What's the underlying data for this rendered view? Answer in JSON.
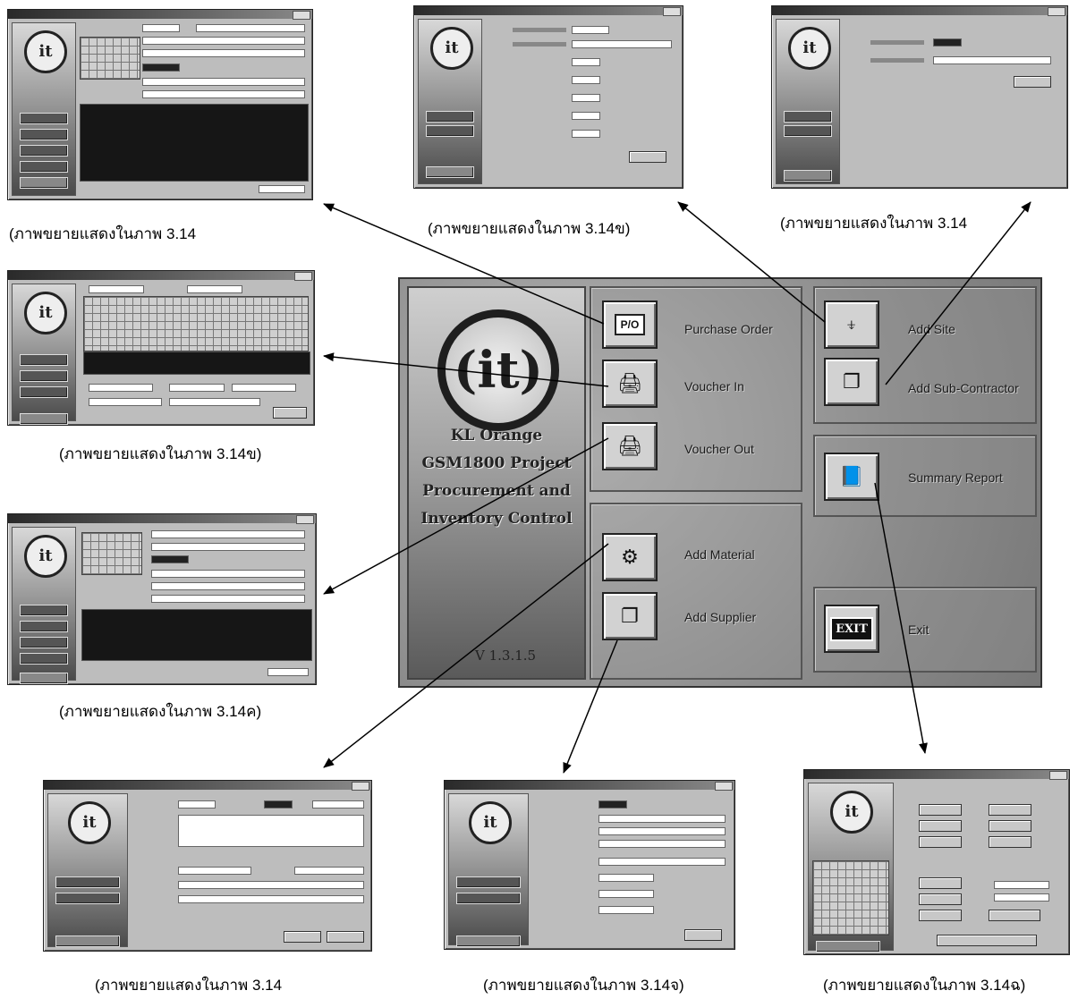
{
  "captions": {
    "top_left": "(ภาพขยายแสดงในภาพ 3.14",
    "top_center": "(ภาพขยายแสดงในภาพ 3.14ข)",
    "top_right": "(ภาพขยายแสดงในภาพ 3.14",
    "mid_left_1": "(ภาพขยายแสดงในภาพ 3.14ข)",
    "mid_left_2": "(ภาพขยายแสดงในภาพ 3.14ค)",
    "bottom_left": "(ภาพขยายแสดงในภาพ 3.14",
    "bottom_center": "(ภาพขยายแสดงในภาพ 3.14จ)",
    "bottom_right": "(ภาพขยายแสดงในภาพ 3.14ฉ)"
  },
  "main": {
    "logo_text": "(it)",
    "project_title_lines": [
      "KL Orange",
      "GSM1800 Project",
      "Procurement and",
      "Inventory Control"
    ],
    "version": "V 1.3.1.5",
    "buttons": {
      "purchase_order": "Purchase Order",
      "po_badge": "P/O",
      "voucher_in": "Voucher In",
      "voucher_out": "Voucher Out",
      "add_material": "Add Material",
      "add_supplier": "Add Supplier",
      "add_site": "Add Site",
      "add_subcontractor": "Add Sub-Contractor",
      "summary_report": "Summary Report",
      "exit": "Exit",
      "exit_badge": "EXIT"
    }
  },
  "icons": {
    "purchase_order": "po-document-icon",
    "voucher_in": "printer-stack-icon",
    "voucher_out": "printer-stack-icon",
    "add_material": "gear-sun-icon",
    "add_supplier": "copy-document-icon",
    "add_site": "site-marker-icon",
    "add_subcontractor": "copy-document-icon",
    "summary_report": "book-report-icon",
    "exit": "exit-icon"
  },
  "colors": {
    "panel": "#9e9e9e",
    "dark_grid": "#161616",
    "arrow": "#000000"
  }
}
